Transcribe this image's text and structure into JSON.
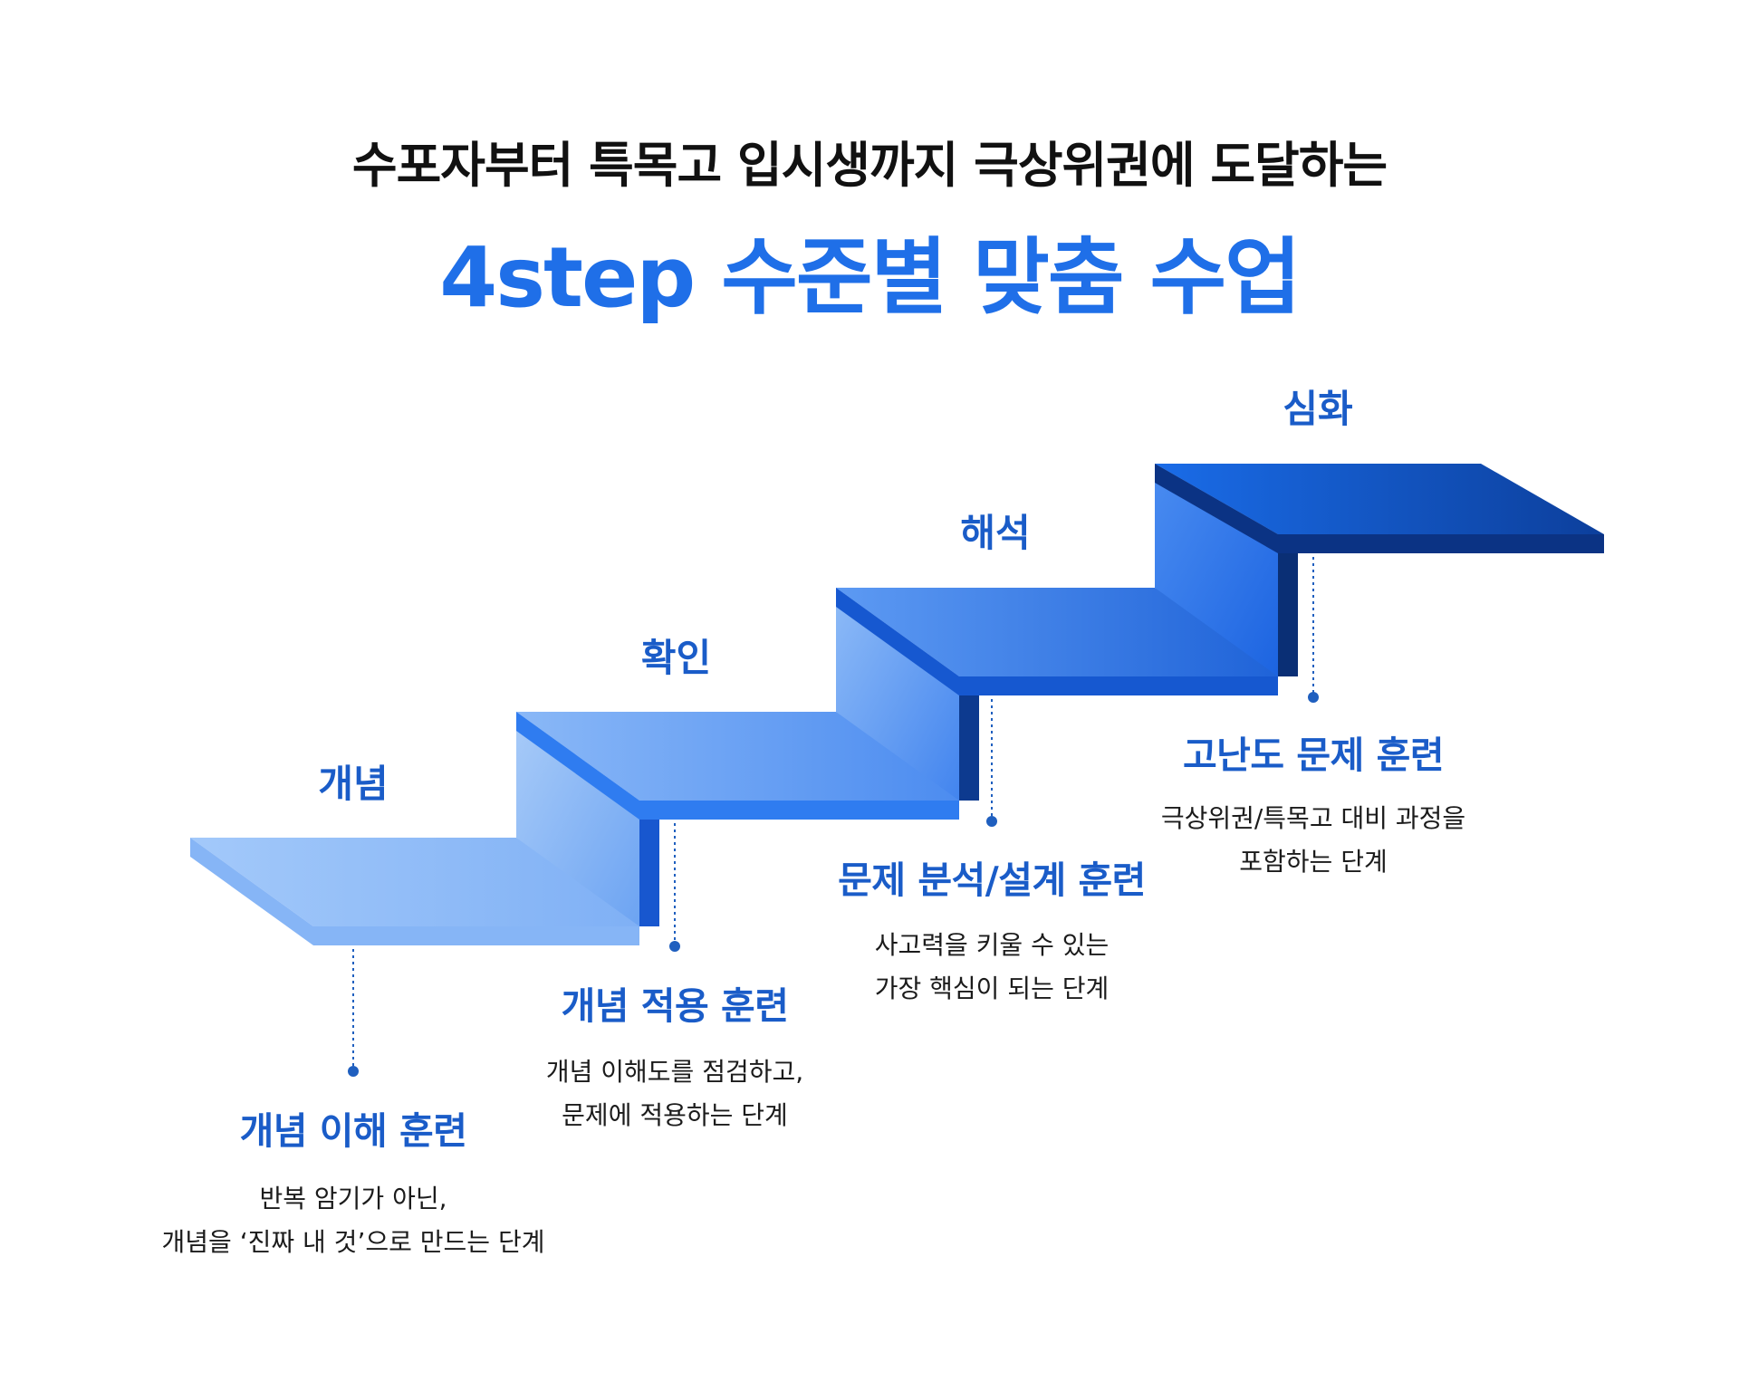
{
  "header": {
    "subtitle": "수포자부터 특목고 입시생까지 극상위권에 도달하는",
    "title": "4step 수준별 맞춤 수업"
  },
  "colors": {
    "title_blue": "#1f6fe8",
    "label_blue": "#1a5cc8",
    "step_light": "#8fbcf7",
    "step_dark": "#0d3a8f",
    "connector": "#1f5fbf"
  },
  "steps": [
    {
      "name": "개념",
      "title": "개념 이해 훈련",
      "desc": [
        "반복 암기가 아닌,",
        "개념을 ‘진짜 내 것’으로 만드는 단계"
      ]
    },
    {
      "name": "확인",
      "title": "개념 적용 훈련",
      "desc": [
        "개념 이해도를 점검하고,",
        "문제에 적용하는 단계"
      ]
    },
    {
      "name": "해석",
      "title": "문제 분석/설계 훈련",
      "desc": [
        "사고력을 키울 수 있는",
        "가장 핵심이 되는 단계"
      ]
    },
    {
      "name": "심화",
      "title": "고난도 문제 훈련",
      "desc": [
        "극상위권/특목고 대비 과정을",
        "포함하는 단계"
      ]
    }
  ]
}
